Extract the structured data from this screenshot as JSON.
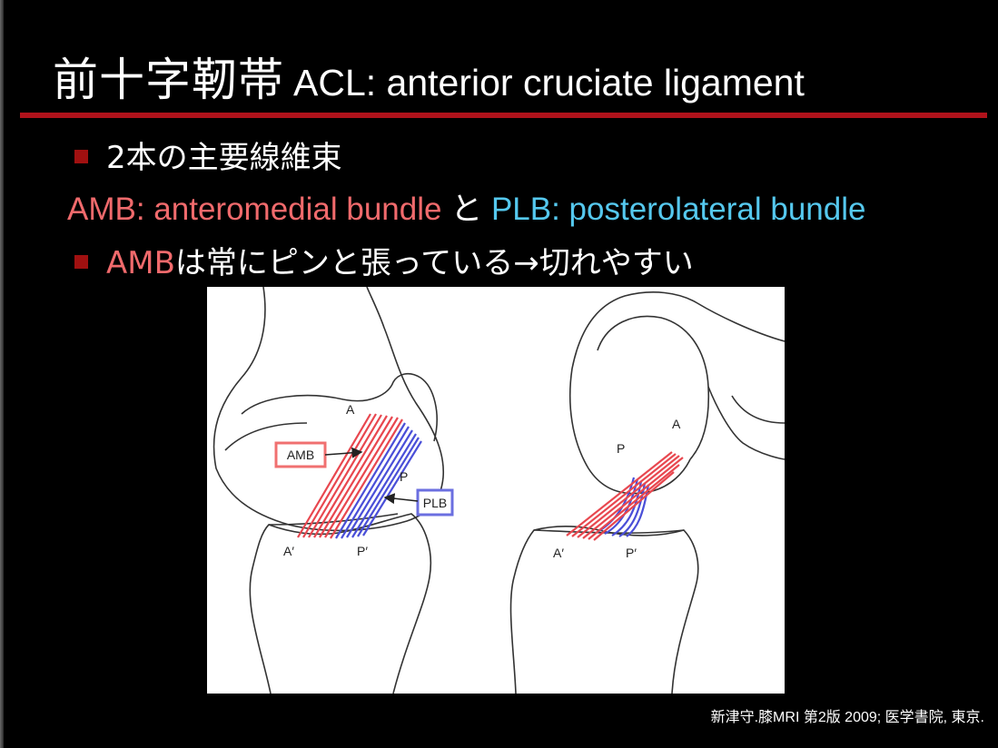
{
  "slide": {
    "title_jp": "前十字靭帯",
    "title_en": "ACL: anterior cruciate ligament",
    "bullet1": "2本の主要線維束",
    "amb_text": "AMB: anteromedial bundle",
    "connector": "と",
    "plb_text": "PLB: posterolateral bundle",
    "bullet2_amb": "AMB",
    "bullet2_rest": "は常にピンと張っている→切れやすい",
    "citation": "新津守.膝MRI 第2版 2009; 医学書院, 東京."
  },
  "figure": {
    "left_labels": {
      "a": "A",
      "p": "P",
      "a_prime": "A′",
      "p_prime": "P′"
    },
    "right_labels": {
      "a": "A",
      "p": "P",
      "a_prime": "A′",
      "p_prime": "P′"
    },
    "amb_box": "AMB",
    "plb_box": "PLB"
  },
  "colors": {
    "rule": "#b0121b",
    "bullet": "#a01010",
    "amb": "#f06a6c",
    "plb": "#55c8ee",
    "red_fiber": "#e8474f",
    "blue_fiber": "#4a4fd8"
  }
}
